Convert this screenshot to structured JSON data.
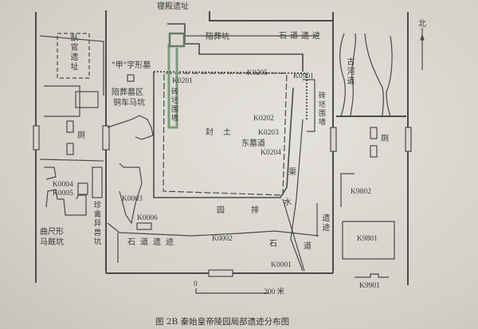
{
  "title": "图 2B   秦始皇帝陵园局部遗迹分布图",
  "north": "北",
  "scale": {
    "zero": "0",
    "end": "200 米"
  },
  "labels": {
    "qindian": "寝殿遗址",
    "peizangkeng": "陪葬坑",
    "shidao_top": "石道遗迹",
    "siguan": "飤官遗址",
    "jiazi": "\"甲\"字形墓",
    "peizangmu": "陪葬墓区",
    "tongchema": "铜车马坑",
    "zhuanpi_left": "砖坯围墙",
    "zhuanpi_right": "砖坯围墙",
    "fengtu": "封土",
    "guhedao": "古河道",
    "ce_left": "厕",
    "ce_right": "厕",
    "dongmudao": "东墓道",
    "zhenqin": "珍禽异兽坑",
    "quchi": "曲尺形马厩坑",
    "shidao_bottom": "石道遗迹",
    "yuan": "园",
    "pai": "排",
    "shui": "水",
    "qu": "渠",
    "shi": "石",
    "dao": "道",
    "yiji": "遗迹"
  },
  "codes": {
    "k0201": "K0201",
    "k0205": "K0205",
    "k0901": "K0901",
    "k0202": "K0202",
    "k0203": "K0203",
    "k0204": "K0204",
    "k0004": "K0004",
    "k0005": "K0005",
    "k0003": "K0003",
    "k0006": "K0006",
    "k0002": "K0002",
    "k0001": "K0001",
    "k9802": "K9802",
    "k9801": "K9801",
    "k9901": "K9901"
  },
  "colors": {
    "line": "#4a4a4a",
    "wall_green": "#7f9a7a",
    "paper": "#dcd9d2"
  }
}
